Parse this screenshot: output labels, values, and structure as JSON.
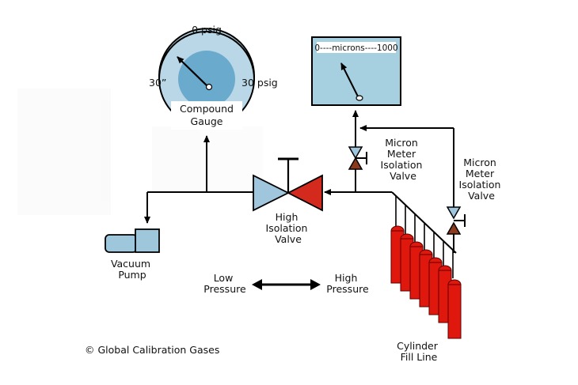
{
  "compound_gauge": {
    "top_label": "0 psig",
    "left_label": "30”",
    "right_label": "30 psig",
    "name_line1": "Compound",
    "name_line2": "Gauge"
  },
  "micron_meter": {
    "scale_text": "0----microns----1000"
  },
  "valves": {
    "micron_isolation_1": [
      "Micron",
      "Meter",
      "Isolation",
      "Valve"
    ],
    "micron_isolation_2": [
      "Micron",
      "Meter",
      "Isolation",
      "Valve"
    ],
    "high_isolation": [
      "High",
      "Isolation",
      "Valve"
    ]
  },
  "vacuum_pump": [
    "Vacuum",
    "Pump"
  ],
  "pressure_legend": {
    "low": [
      "Low",
      "Pressure"
    ],
    "high": [
      "High",
      "Pressure"
    ]
  },
  "cylinder_fill_line": [
    "Cylinder",
    "Fill Line"
  ],
  "copyright": "© Global Calibration Gases",
  "colors": {
    "valve_blue": "#9fc6dc",
    "valve_red": "#d42a1e",
    "valve_brown": "#8b3a1c",
    "cylinder_red": "#e0170c",
    "meter_fill": "#a6cfe0",
    "pump_fill": "#9ec7dc",
    "gauge_ring": "#b9d7e6",
    "gauge_face": "#6aaacd"
  }
}
